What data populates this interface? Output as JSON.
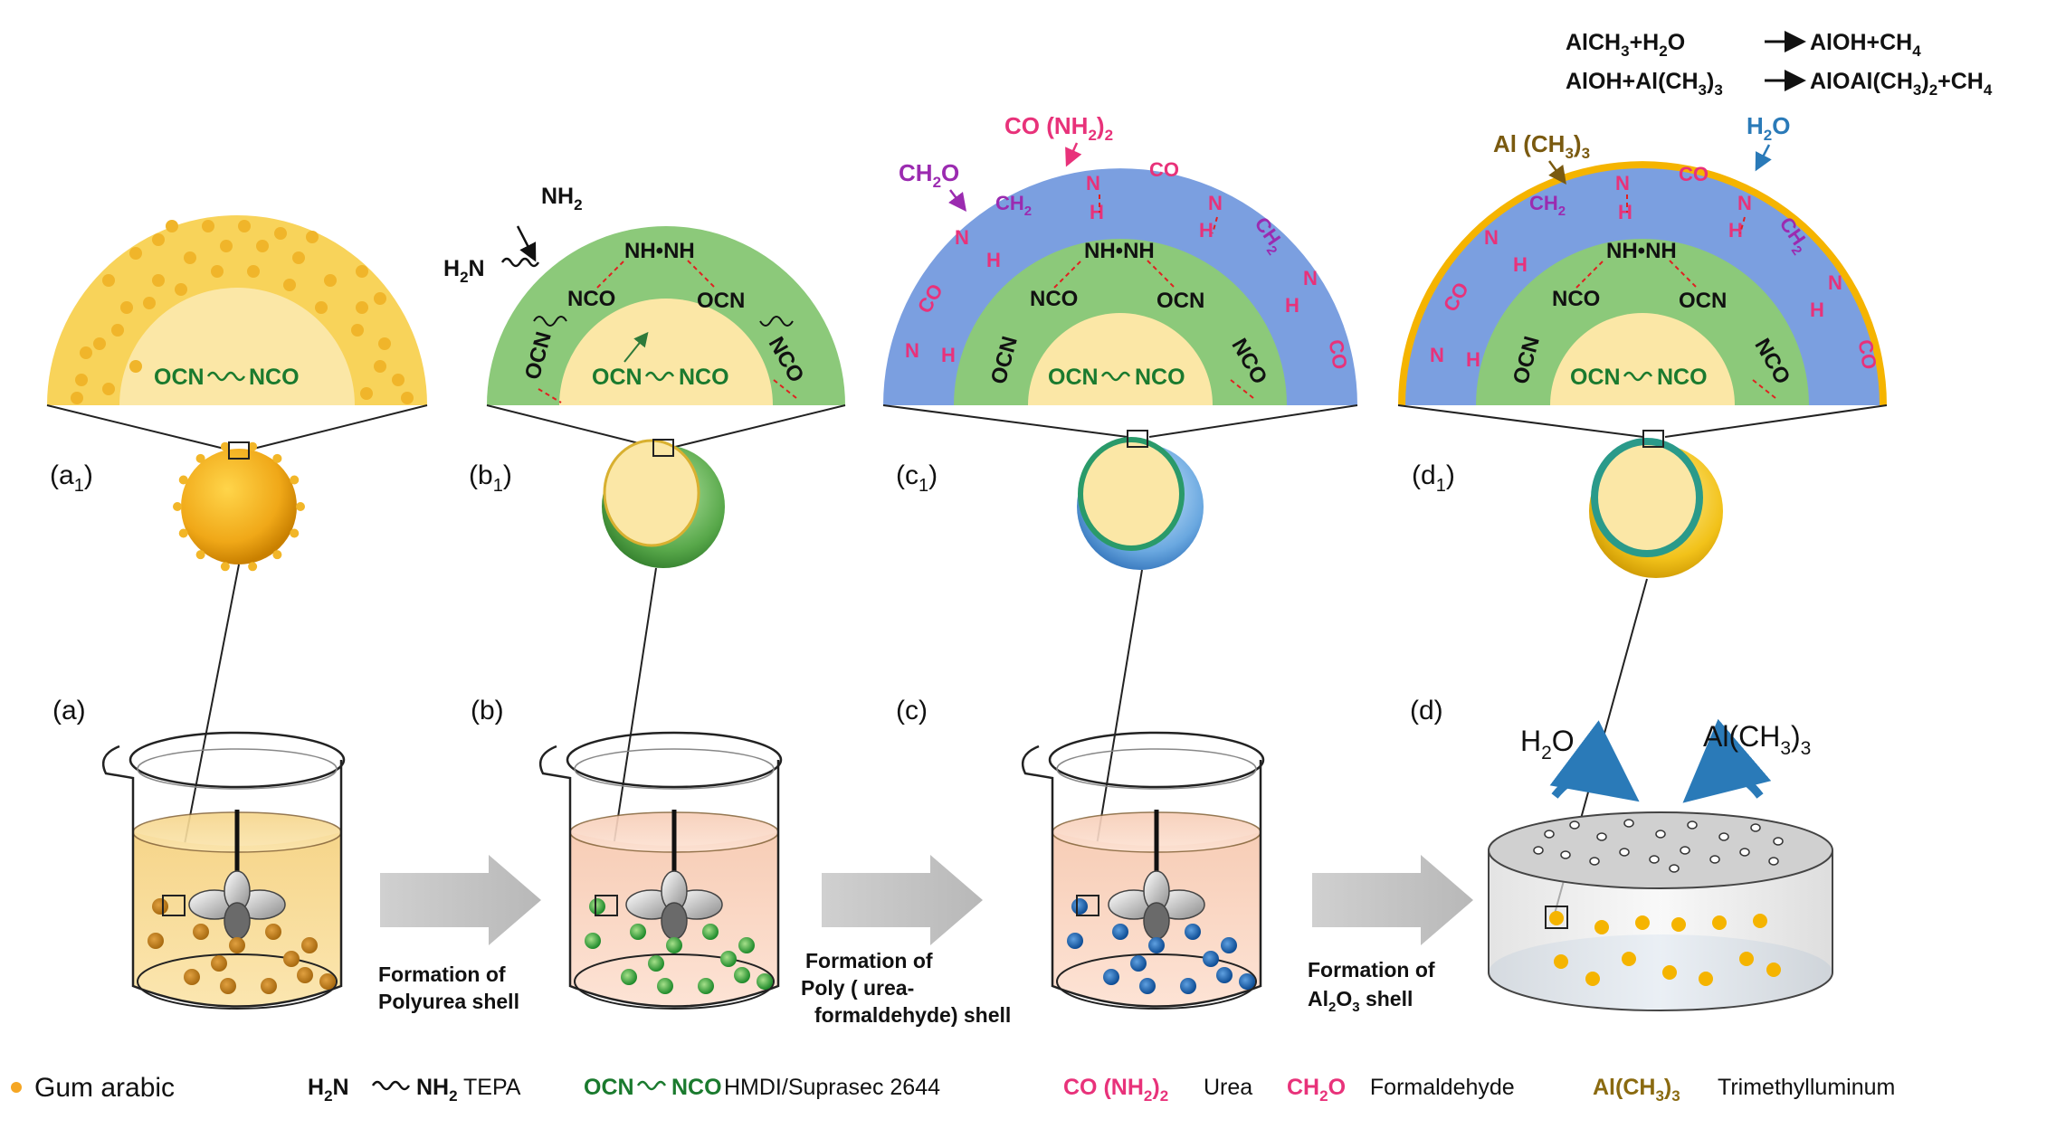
{
  "reactions": {
    "line1": {
      "a": "AlCH",
      "a_sub": "3",
      "b": "+H",
      "b_sub": "2",
      "c": "O",
      "d": "AlOH+CH",
      "d_sub": "4"
    },
    "line2": {
      "a": "AlOH+Al(CH",
      "a_sub": "3",
      "b": ")",
      "b_sub": "3",
      "d": "AlOAl(CH",
      "d_sub": "3",
      "e": ")",
      "e_sub": "2",
      "f": "+CH",
      "f_sub": "4"
    }
  },
  "panels": {
    "a1": {
      "label": "(a",
      "label_sub": "1",
      "label_end": ")",
      "core": {
        "left": "OCN",
        "right": "NCO"
      }
    },
    "b1": {
      "label": "(b",
      "label_sub": "1",
      "label_end": ")",
      "reagent": {
        "left": "H",
        "left_sub": "2",
        "mid": "N",
        "right": "NH",
        "right_sub": "2"
      },
      "links": {
        "nhnh": "NH•NH",
        "ocn": "OCN",
        "nco": "NCO"
      },
      "core": {
        "left": "OCN",
        "right": "NCO"
      }
    },
    "c1": {
      "label": "(c",
      "label_sub": "1",
      "label_end": ")",
      "reagent_urea": {
        "text": "CO (NH",
        "sub": "2",
        "end": ")",
        "end_sub": "2"
      },
      "reagent_ch2o": {
        "text": "CH",
        "sub": "2",
        "end": "O"
      },
      "links": {
        "nhnh": "NH•NH",
        "ocn": "OCN",
        "nco": "NCO",
        "n": "N",
        "h": "H",
        "co": "CO",
        "ch2": "CH",
        "ch2_sub": "2"
      },
      "core": {
        "left": "OCN",
        "right": "NCO"
      }
    },
    "d1": {
      "label": "(d",
      "label_sub": "1",
      "label_end": ")",
      "reagent_tma": {
        "text": "Al (CH",
        "sub": "3",
        "end": ")",
        "end_sub": "3"
      },
      "reagent_h2o": {
        "text": "H",
        "sub": "2",
        "end": "O"
      },
      "links": {
        "nhnh": "NH•NH",
        "ocn": "OCN",
        "nco": "NCO",
        "n": "N",
        "h": "H",
        "co": "CO",
        "ch2": "CH",
        "ch2_sub": "2"
      },
      "core": {
        "left": "OCN",
        "right": "NCO"
      }
    }
  },
  "steps": {
    "a": {
      "label": "(a)"
    },
    "b": {
      "label": "(b)"
    },
    "c": {
      "label": "(c)"
    },
    "d": {
      "label": "(d)",
      "h2o": {
        "text": "H",
        "sub": "2",
        "end": "O"
      },
      "tma": {
        "text": "Al(CH",
        "sub": "3",
        "end": ")",
        "end_sub": "3"
      }
    }
  },
  "arrows": {
    "ab": {
      "line1": "Formation of",
      "line2": "Polyurea shell"
    },
    "bc": {
      "line1": "Formation of",
      "line2": " Poly ( urea-",
      "line3": "formaldehyde) shell"
    },
    "cd": {
      "line1": "Formation of",
      "line2a": "Al",
      "line2_sub1": "2",
      "line2b": "O",
      "line2_sub2": "3",
      "line2c": " shell"
    }
  },
  "legend": {
    "gum": {
      "text": "Gum arabic"
    },
    "tepa": {
      "left": "H",
      "left_sub": "2",
      "mid": "N",
      "right": "NH",
      "right_sub": "2",
      "name": "TEPA"
    },
    "hmdi": {
      "left": "OCN",
      "right": "NCO",
      "name": " HMDI/Suprasec 2644"
    },
    "urea": {
      "text": "CO (NH",
      "sub": "2",
      "end": ")",
      "end_sub": "2",
      "name": " Urea"
    },
    "ch2o": {
      "text": "CH",
      "sub": "2",
      "end": "O",
      "name": "  Formaldehyde"
    },
    "tma": {
      "text": "Al(CH",
      "sub": "3",
      "end": ")",
      "end_sub": "3",
      "name": " Trimethylluminum"
    }
  },
  "colors": {
    "yellow": "#f5c842",
    "pale_yellow": "#fde9a0",
    "green": "#8cc97a",
    "blue": "#7b9fe0",
    "dark_green": "#1a7a2e",
    "pink": "#e8327a",
    "purple": "#9b2bb0",
    "olive": "#7a5a10",
    "water_blue": "#2a7ab8",
    "orange_dot": "#f5a623",
    "gold": "#e0a000",
    "arrow_gray": "#c8c8c8"
  }
}
